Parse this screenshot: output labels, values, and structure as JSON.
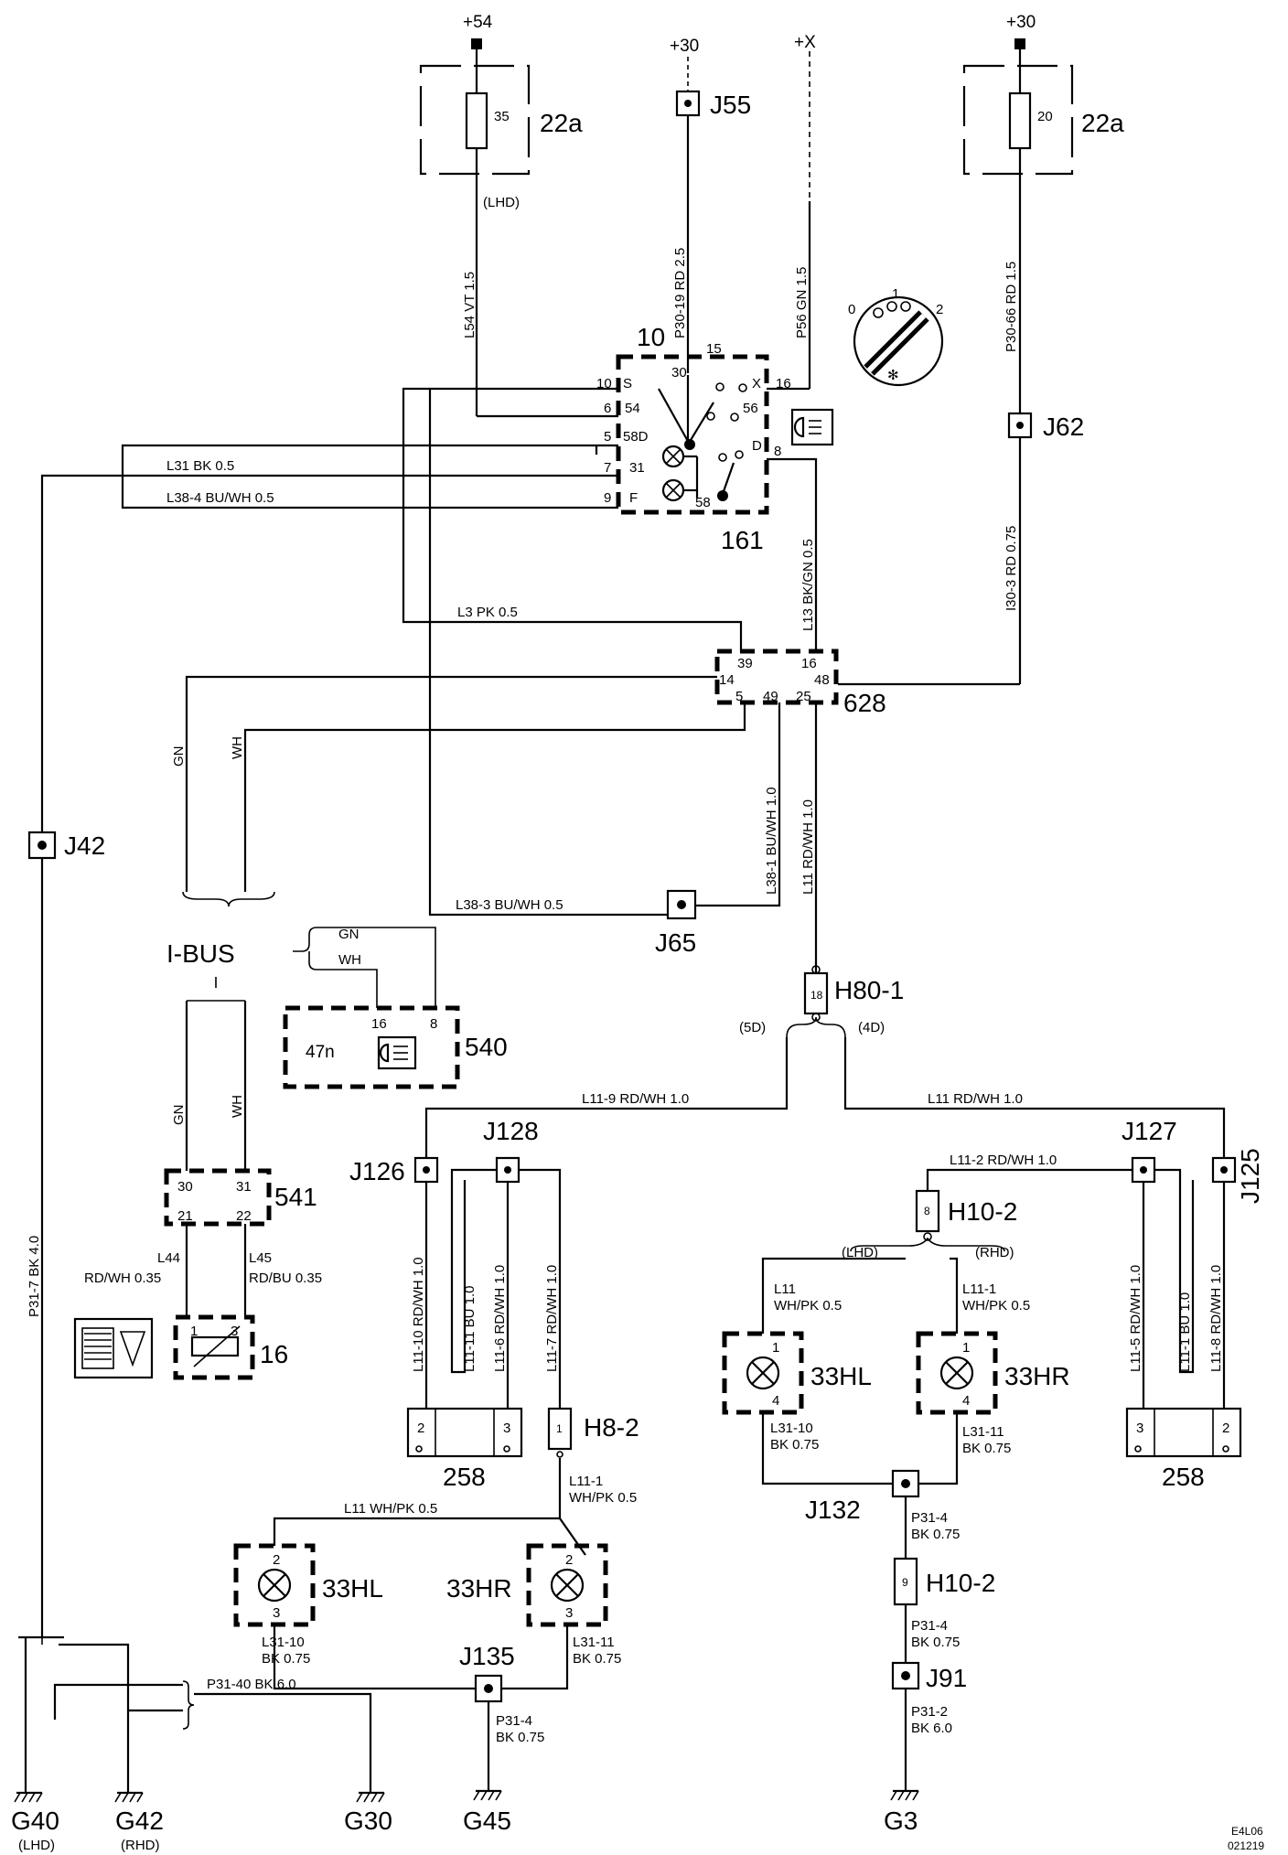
{
  "supply": {
    "plus54": "+54",
    "plus30_a": "+30",
    "plusX": "+X",
    "plus30_b": "+30",
    "fuse35": "35",
    "fuse20": "20",
    "fusebox_a": "22a",
    "fusebox_b": "22a",
    "lhd": "(LHD)"
  },
  "junctions": {
    "j55": "J55",
    "j62": "J62",
    "j42": "J42",
    "j65": "J65",
    "j126": "J126",
    "j128": "J128",
    "j127": "J127",
    "j125": "J125",
    "j132": "J132",
    "j135": "J135",
    "j91": "J91"
  },
  "wires": {
    "l54": "L54  VT  1.5",
    "p30_19": "P30-19  RD  2.5",
    "p56": "P56  GN  1.5",
    "p30_66": "P30-66  RD  1.5",
    "i30_3": "I30-3  RD  0.75",
    "l31": "L31  BK  0.5",
    "l38_4": "L38-4  BU/WH 0.5",
    "l3": "L3   PK   0.5",
    "l13": "L13  BK/GN  0.5",
    "gn": "GN",
    "wh": "WH",
    "l38_1": "L38-1  BU/WH 1.0",
    "l11_main": "L11  RD/WH 1.0",
    "l38_3": "L38-3   BU/WH 0.5",
    "p31_7": "P31-7  BK  4.0",
    "l11_9": "L11-9  RD/WH 1.0",
    "l11_right": "L11  RD/WH 1.0",
    "l11_2": "L11-2  RD/WH 1.0",
    "l11_10": "L11-10 RD/WH 1.0",
    "l11_11": "L11-11 BU  1.0",
    "l11_6": "L11-6  RD/WH 1.0",
    "l11_7": "L11-7  RD/WH 1.0",
    "l11_5": "L11-5  RD/WH  1.0",
    "l11_1bu": "L11-1  BU  1.0",
    "l11_8": "L11-8  RD/WH  1.0",
    "l44a": "L44",
    "l44b": "RD/WH  0.35",
    "l45a": "L45",
    "l45b": "RD/BU  0.35",
    "l11_whpk_l1": "L11",
    "l11_whpk_l2": "WH/PK 0.5",
    "l11_1_l1": "L11-1",
    "l11_1_l2": "WH/PK 0.5",
    "l31_10_l1": "L31-10",
    "l31_10_l2": "BK 0.75",
    "l31_11_l1": "L31-11",
    "l31_11_l2": "BK 0.75",
    "l11_1b_l1": "L11-1",
    "l11_1b_l2": "WH/PK 0.5",
    "l11_whpk_low": "L11  WH/PK 0.5",
    "l31_10b_l1": "L31-10",
    "l31_10b_l2": "BK 0.75",
    "l31_11b_l1": "L31-11",
    "l31_11b_l2": "BK 0.75",
    "p31_4a_l1": "P31-4",
    "p31_4a_l2": "BK 0.75",
    "p31_4b_l1": "P31-4",
    "p31_4b_l2": "BK 0.75",
    "p31_4c_l1": "P31-4",
    "p31_4c_l2": "BK  0.75",
    "p31_2_l1": "P31-2",
    "p31_2_l2": "BK 6.0",
    "p31_40": "P31-40  BK  6.0"
  },
  "components": {
    "c10": "10",
    "c161": "161",
    "c628": "628",
    "c540": "540",
    "c47n": "47n",
    "c541": "541",
    "c16": "16",
    "c258a": "258",
    "c258b": "258",
    "h80": "H80-1",
    "h80pin": "18",
    "h10a": "H10-2",
    "h10apin": "8",
    "h10b": "H10-2",
    "h10bpin": "9",
    "h8": "H8-2",
    "h8pin": "1",
    "lamp_hl_a": "33HL",
    "lamp_hr_a": "33HR",
    "lamp_hl_b": "33HL",
    "lamp_hr_b": "33HR",
    "ibus": "I-BUS",
    "tag_5d": "(5D)",
    "tag_4d": "(4D)",
    "tag_lhd": "(LHD)",
    "tag_rhd": "(RHD)"
  },
  "pins": {
    "sw": [
      "10",
      "S",
      "6",
      "54",
      "5",
      "58D",
      "7",
      "31",
      "9",
      "F",
      "30",
      "15",
      "X",
      "16",
      "56",
      "D",
      "8",
      "58"
    ],
    "c628": [
      "39",
      "16",
      "14",
      "48",
      "5",
      "49",
      "25"
    ],
    "c540": [
      "16",
      "8"
    ],
    "c541": [
      "30",
      "31",
      "21",
      "22"
    ],
    "c16": [
      "1",
      "3"
    ],
    "c258a": [
      "2",
      "3"
    ],
    "c258b": [
      "3",
      "2"
    ],
    "lamp": [
      "1",
      "4",
      "1",
      "4",
      "2",
      "3",
      "2",
      "3"
    ],
    "knob": [
      "0",
      "1",
      "2"
    ]
  },
  "grounds": {
    "g40": "G40",
    "g40_sub": "(LHD)",
    "g42": "G42",
    "g42_sub": "(RHD)",
    "g30": "G30",
    "g45": "G45",
    "g3": "G3"
  },
  "footer": {
    "code1": "E4L06",
    "code2": "021219"
  }
}
